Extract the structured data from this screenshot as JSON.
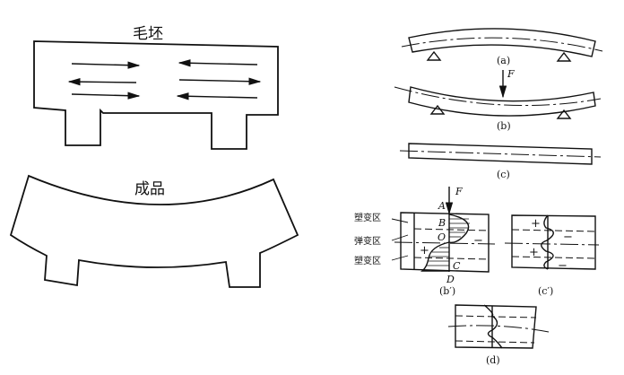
{
  "left": {
    "blank_label": "毛坯",
    "product_label": "成品"
  },
  "right": {
    "fig_a": "(a)",
    "fig_b": "(b)",
    "fig_c": "(c)",
    "force": "F",
    "points": {
      "A": "A",
      "B": "B",
      "O": "O",
      "C": "C",
      "D": "D"
    },
    "zones": [
      "塑变区",
      "弹变区",
      "塑变区"
    ],
    "fig_b_prime": "(b′)",
    "fig_c_prime": "(c′)",
    "fig_d": "(d)",
    "plus": "+",
    "minus": "−"
  }
}
